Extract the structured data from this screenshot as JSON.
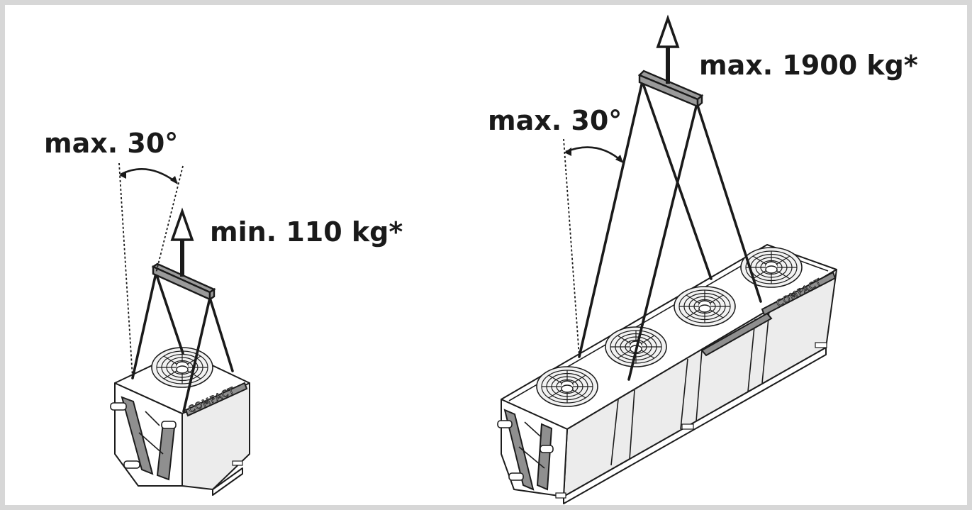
{
  "left_figure": {
    "angle_label": "max. 30°",
    "load_label": "min. 110 kg*",
    "brand_text": "COMPACT"
  },
  "right_figure": {
    "angle_label": "max. 30°",
    "load_label": "max. 1900 kg*",
    "brand_text": "COMPACT"
  },
  "colors": {
    "frame_border": "#d7d7d7",
    "spreader_beam": "#9a9a9a",
    "line": "#1a1a1a"
  },
  "icons": [
    "lift-arrow-icon",
    "fan-icon"
  ]
}
